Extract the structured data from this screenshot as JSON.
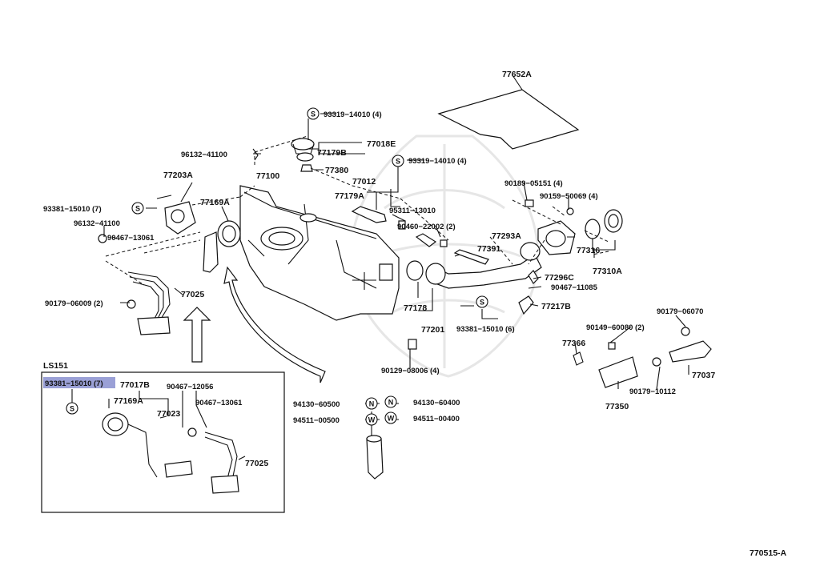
{
  "diagram_code": "770515-A",
  "inset_title": "LS151",
  "highlight_color": "#9aa0d6",
  "symbols": {
    "s": "S",
    "n": "N",
    "w": "W"
  },
  "parts": {
    "p77652A": "77652A",
    "p93319_14010_a": "93319−14010 (4)",
    "p77018E": "77018E",
    "p77179B": "77179B",
    "p96132_41100_top": "96132−41100",
    "p77380": "77380",
    "p93319_14010_b": "93319−14010 (4)",
    "p77012": "77012",
    "p77179A": "77179A",
    "p95311_13010": "95311−13010",
    "p90460_22002": "90460−22002 (2)",
    "p77100": "77100",
    "p77203A": "77203A",
    "p77169A": "77169A",
    "p93381_15010_7": "93381−15010 (7)",
    "p96132_41100_left": "96132−41100",
    "p90467_13061": "90467−13061",
    "p90179_06009": "90179−06009 (2)",
    "p77025": "77025",
    "p90189_05151": "90189−05151 (4)",
    "p90159_50069": "90159−50069 (4)",
    "p77293A": "77293A",
    "p77391": "77391",
    "p77316": "77316",
    "p77310A": "77310A",
    "p77296C": "77296C",
    "p90467_11085": "90467−11085",
    "p77217B": "77217B",
    "p77178": "77178",
    "p77201": "77201",
    "p93381_15010_6": "93381−15010 (6)",
    "p90129_08006": "90129−08006 (4)",
    "p90179_06070": "90179−06070",
    "p90149_60080": "90149−60080 (2)",
    "p77366": "77366",
    "p77037": "77037",
    "p90179_10112": "90179−10112",
    "p77350": "77350",
    "p94130_60500": "94130−60500",
    "p94130_60400": "94130−60400",
    "p94511_00500": "94511−00500",
    "p94511_00400": "94511−00400",
    "i93381_15010_7": "93381−15010 (7)",
    "i77017B": "77017B",
    "i90467_12056": "90467−12056",
    "i77169A": "77169A",
    "i77023": "77023",
    "i90467_13061": "90467−13061",
    "i77025": "77025"
  }
}
